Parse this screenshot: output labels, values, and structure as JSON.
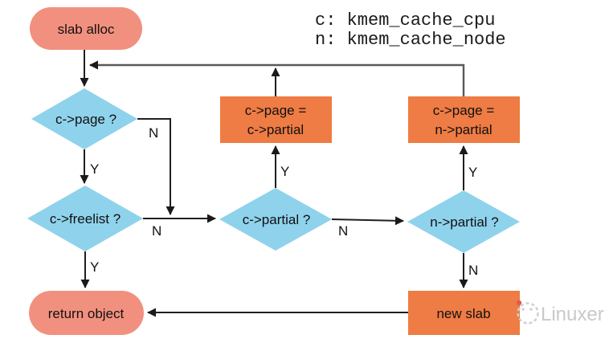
{
  "legend": {
    "cpu_line": "c: kmem_cache_cpu",
    "node_line": "n: kmem_cache_node"
  },
  "nodes": {
    "start": {
      "label": "slab alloc",
      "type": "terminator"
    },
    "check_page": {
      "label": "c->page ?",
      "type": "decision"
    },
    "check_freelist": {
      "label": "c->freelist ?",
      "type": "decision"
    },
    "check_c_partial": {
      "label": "c->partial ?",
      "type": "decision"
    },
    "check_n_partial": {
      "label": "n->partial ?",
      "type": "decision"
    },
    "assign_c_partial": {
      "line1": "c->page =",
      "line2": "c->partial",
      "type": "process"
    },
    "assign_n_partial": {
      "line1": "c->page =",
      "line2": "n->partial",
      "type": "process"
    },
    "new_slab": {
      "label": "new slab",
      "type": "process"
    },
    "return_object": {
      "label": "return object",
      "type": "terminator"
    }
  },
  "edge_labels": {
    "yes": "Y",
    "no": "N"
  },
  "watermark": {
    "text": "Linuxer"
  },
  "colors": {
    "terminator_fill": "#F2907F",
    "decision_fill": "#8FD2EC",
    "process_fill": "#EE7C44",
    "edge_stroke": "#1F1F1F",
    "return_edge_stroke": "#595959",
    "watermark_gray": "#C9C9C9",
    "watermark_dot": "#E05A4E"
  }
}
